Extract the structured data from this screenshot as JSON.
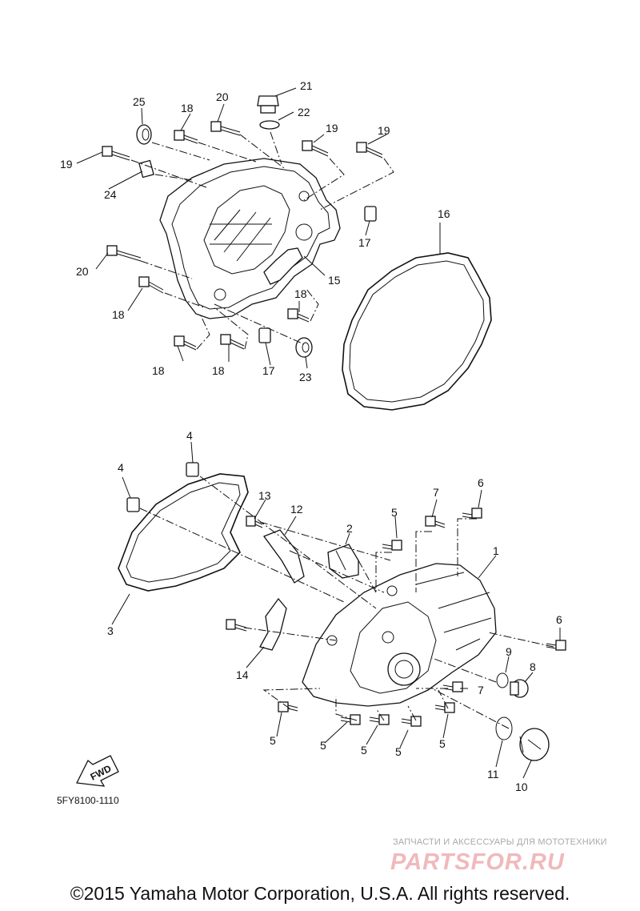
{
  "diagram": {
    "callouts": [
      {
        "id": "c21",
        "label": "21"
      },
      {
        "id": "c22",
        "label": "22"
      },
      {
        "id": "c25",
        "label": "25"
      },
      {
        "id": "c18a",
        "label": "18"
      },
      {
        "id": "c20a",
        "label": "20"
      },
      {
        "id": "c19a",
        "label": "19"
      },
      {
        "id": "c19b",
        "label": "19"
      },
      {
        "id": "c19c",
        "label": "19"
      },
      {
        "id": "c24",
        "label": "24"
      },
      {
        "id": "c16",
        "label": "16"
      },
      {
        "id": "c17a",
        "label": "17"
      },
      {
        "id": "c20b",
        "label": "20"
      },
      {
        "id": "c15",
        "label": "15"
      },
      {
        "id": "c18b",
        "label": "18"
      },
      {
        "id": "c18c",
        "label": "18"
      },
      {
        "id": "c18d",
        "label": "18"
      },
      {
        "id": "c18e",
        "label": "18"
      },
      {
        "id": "c17b",
        "label": "17"
      },
      {
        "id": "c23",
        "label": "23"
      },
      {
        "id": "c4a",
        "label": "4"
      },
      {
        "id": "c4b",
        "label": "4"
      },
      {
        "id": "c7a",
        "label": "7"
      },
      {
        "id": "c6a",
        "label": "6"
      },
      {
        "id": "c13",
        "label": "13"
      },
      {
        "id": "c12",
        "label": "12"
      },
      {
        "id": "c5a",
        "label": "5"
      },
      {
        "id": "c2",
        "label": "2"
      },
      {
        "id": "c1",
        "label": "1"
      },
      {
        "id": "c3",
        "label": "3"
      },
      {
        "id": "c6b",
        "label": "6"
      },
      {
        "id": "c9",
        "label": "9"
      },
      {
        "id": "c8",
        "label": "8"
      },
      {
        "id": "c14",
        "label": "14"
      },
      {
        "id": "c7b",
        "label": "7"
      },
      {
        "id": "c5b",
        "label": "5"
      },
      {
        "id": "c5c",
        "label": "5"
      },
      {
        "id": "c5d",
        "label": "5"
      },
      {
        "id": "c5e",
        "label": "5"
      },
      {
        "id": "c5f",
        "label": "5"
      },
      {
        "id": "c11",
        "label": "11"
      },
      {
        "id": "c10",
        "label": "10"
      }
    ],
    "fwd_arrow": "FWD",
    "reference_code": "5FY8100-1110"
  },
  "footer": {
    "copyright": "©2015 Yamaha Motor Corporation, U.S.A. All rights reserved."
  },
  "watermark": {
    "tagline": "ЗАПЧАСТИ И АКСЕССУАРЫ ДЛЯ МОТОТЕХНИКИ",
    "brand": "PARTSFOR.RU"
  }
}
